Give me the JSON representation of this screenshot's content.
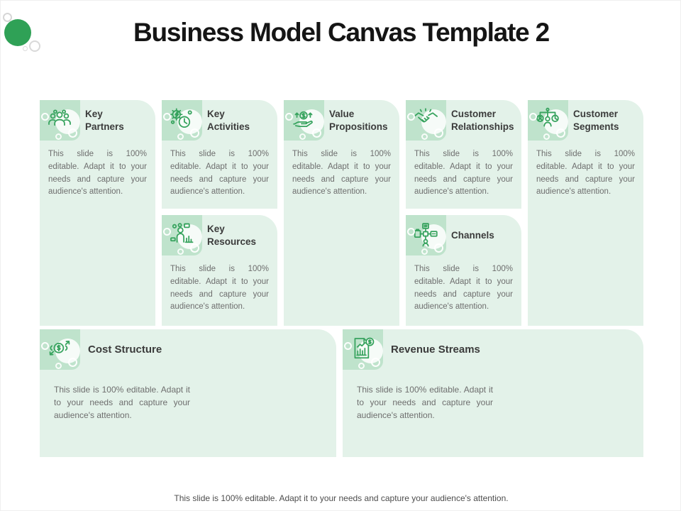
{
  "slide": {
    "title": "Business Model Canvas Template 2",
    "footer": "This slide is 100% editable. Adapt it to your needs and capture your audience's attention."
  },
  "colors": {
    "accent_green": "#2fa156",
    "tile_green": "#bfe3cc",
    "cell_background": "#e3f2e9",
    "icon_stroke": "#37a35e",
    "heading_text": "#3b3b3b",
    "body_text": "#6e6e6e",
    "title_text": "#151515"
  },
  "cells": [
    {
      "id": "key-partners",
      "title": "Key Partners",
      "icon": "people-group-icon",
      "description": "This slide is 100% editable. Adapt it to your needs and capture your audience's attention."
    },
    {
      "id": "key-activities",
      "title": "Key Activities",
      "icon": "gear-clock-icon",
      "description": "This slide is 100% editable. Adapt it to your needs and capture your audience's attention."
    },
    {
      "id": "key-resources",
      "title": "Key Resources",
      "icon": "person-chart-icon",
      "description": "This slide is 100% editable. Adapt it to your needs and capture your audience's attention."
    },
    {
      "id": "value-propositions",
      "title": "Value Propositions",
      "icon": "hand-coin-icon",
      "description": "This slide is 100% editable. Adapt it to your needs and capture your audience's attention."
    },
    {
      "id": "customer-relationships",
      "title": "Customer Relationships",
      "icon": "handshake-icon",
      "description": "This slide is 100% editable. Adapt it to your needs and capture your audience's attention."
    },
    {
      "id": "channels",
      "title": "Channels",
      "icon": "network-devices-icon",
      "description": "This slide is 100% editable. Adapt it to your needs and capture your audience's attention."
    },
    {
      "id": "customer-segments",
      "title": "Customer Segments",
      "icon": "segmented-audience-icon",
      "description": "This slide is 100% editable. Adapt it to your needs and capture your audience's attention."
    },
    {
      "id": "cost-structure",
      "title": "Cost Structure",
      "icon": "coin-arrows-icon",
      "description": "This slide is 100% editable. Adapt it to your needs and capture your audience's attention."
    },
    {
      "id": "revenue-streams",
      "title": "Revenue Streams",
      "icon": "document-chart-dollar-icon",
      "description": "This slide is 100% editable. Adapt it to your needs and capture your audience's attention."
    }
  ]
}
